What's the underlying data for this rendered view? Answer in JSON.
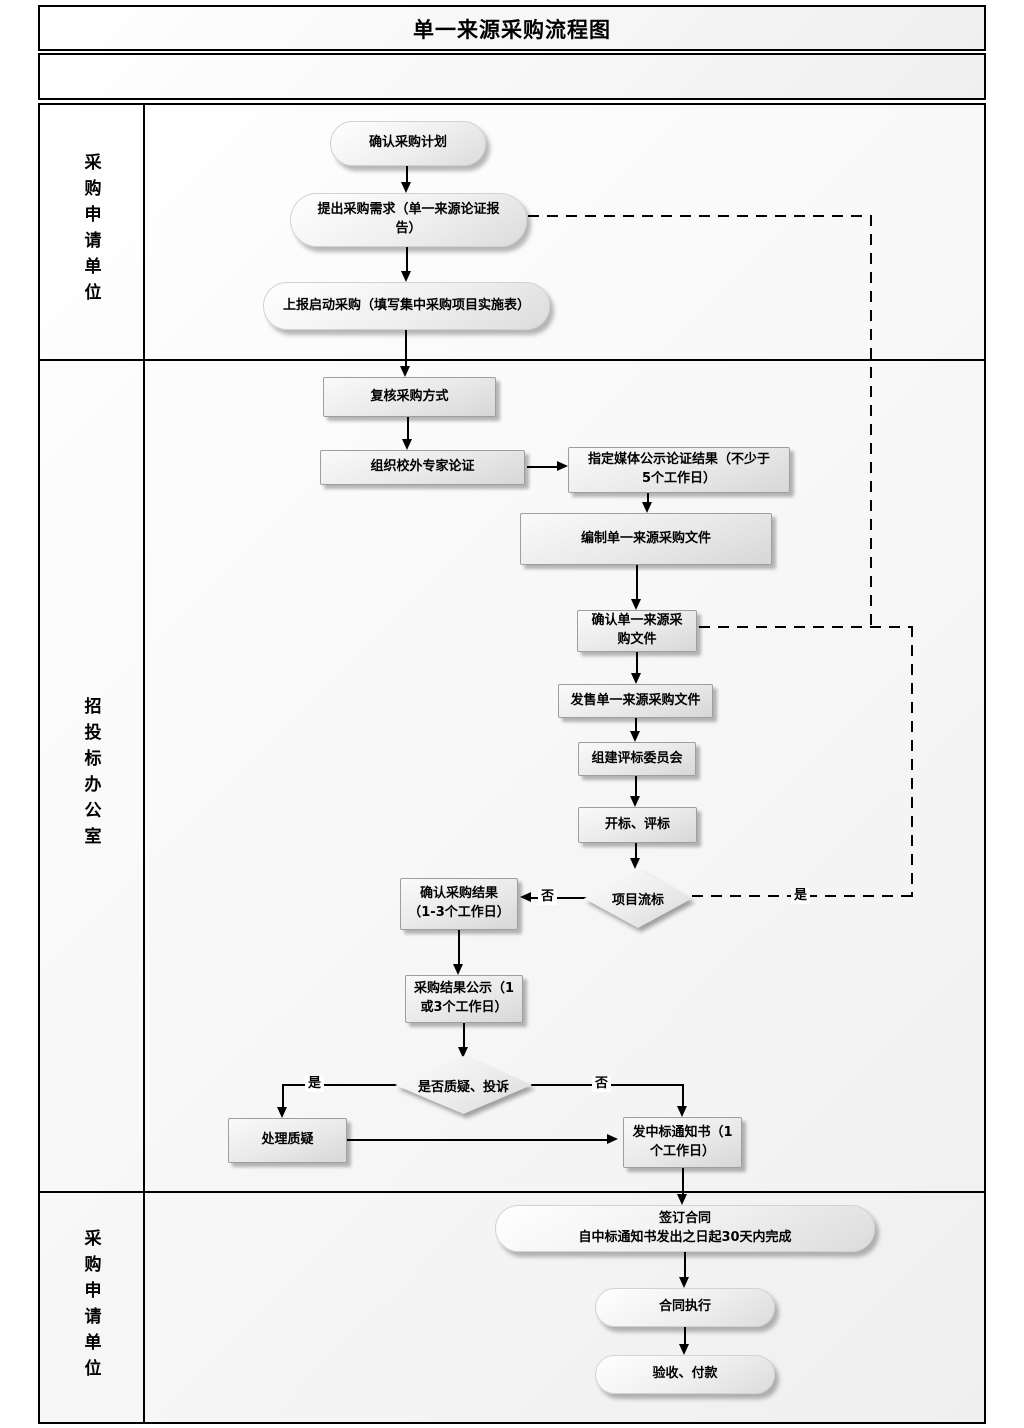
{
  "title": "单一来源采购流程图",
  "lanes": {
    "lane1": "采购申请单位",
    "lane2": "招投标办公室",
    "lane3": "采购申请单位"
  },
  "nodes": {
    "confirm_plan": "确认采购计划",
    "raise_demand": "提出采购需求（单一来源论证报\n告）",
    "report_start": "上报启动采购（填写集中采购项目实施表）",
    "review_method": "复核采购方式",
    "expert_review": "组织校外专家论证",
    "media_publicity": "指定媒体公示论证结果（不少于\n5个工作日）",
    "prepare_docs": "编制单一来源采购文件",
    "confirm_docs": "确认单一来源采\n购文件",
    "sell_docs": "发售单一来源采购文件",
    "form_committee": "组建评标委员会",
    "open_evaluate": "开标、评标",
    "failed_bid": "项目流标",
    "confirm_result": "确认采购结果\n（1-3个工作日）",
    "publicize_result": "采购结果公示（1\n或3个工作日）",
    "query_complaint": "是否质疑、投诉",
    "handle_query": "处理质疑",
    "award_notice": "发中标通知书（1\n个工作日）",
    "sign_contract": "签订合同\n自中标通知书发出之日起30天内完成",
    "execute_contract": "合同执行",
    "acceptance_payment": "验收、付款"
  },
  "edge_labels": {
    "failed_no": "否",
    "failed_yes": "是",
    "query_yes": "是",
    "query_no": "否"
  },
  "colors": {
    "line": "#000000",
    "box_fill": "#e9e9e9",
    "box_border": "#9e9e9e",
    "background": "#ffffff"
  }
}
